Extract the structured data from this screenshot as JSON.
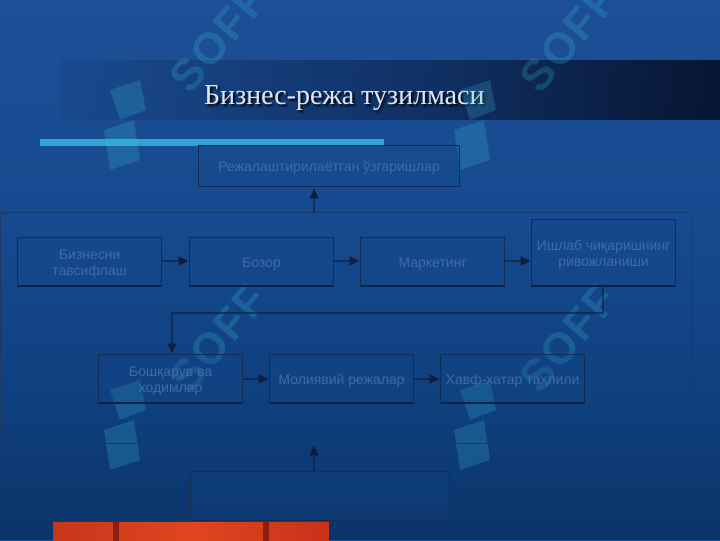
{
  "slide": {
    "title": "Бизнес-режа тузилмаси"
  },
  "watermark": {
    "text": "SOFF"
  },
  "diagram": {
    "top_box": "Режалаштирилаётган ўзгаришлар",
    "row1": [
      "Бизнесни тавсифлаш",
      "Бозор",
      "Маркетинг",
      "Ишлаб чиқаришнинг ривожланиши"
    ],
    "row2": [
      "Бошқарув ва ходимлар",
      "Молиявий режалар",
      "Хавф-хатар таҳлили"
    ],
    "bottom_box": ""
  },
  "colors": {
    "background": "#164a8f",
    "title_text": "#dbe6f5",
    "accent_bar": "#2fa4d4",
    "red_block": "#e0451f"
  }
}
